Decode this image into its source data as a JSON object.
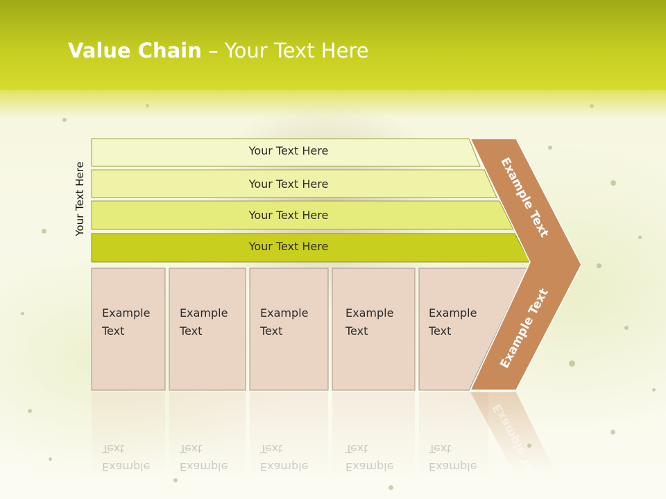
{
  "title": {
    "bold": "Value Chain",
    "rest": " – Your Text Here"
  },
  "side_label": "Your Text Here",
  "bars": [
    {
      "label": "Your Text Here"
    },
    {
      "label": "Your Text Here"
    },
    {
      "label": "Your Text Here"
    },
    {
      "label": "Your Text Here"
    }
  ],
  "boxes": [
    {
      "label": "Example\nText"
    },
    {
      "label": "Example\nText"
    },
    {
      "label": "Example\nText"
    },
    {
      "label": "Example\nText"
    },
    {
      "label": "Example\nText"
    }
  ],
  "chevron": {
    "upper": "Example Text",
    "lower": "Example Text"
  },
  "colors": {
    "header": "#c5cd21",
    "bar_1": "#f4f7c9",
    "bar_2": "#eff3a8",
    "bar_3": "#e6ec7c",
    "bar_4": "#c9cf1e",
    "box_fill": "#ead5c4",
    "chevron": "#c98a5a"
  }
}
